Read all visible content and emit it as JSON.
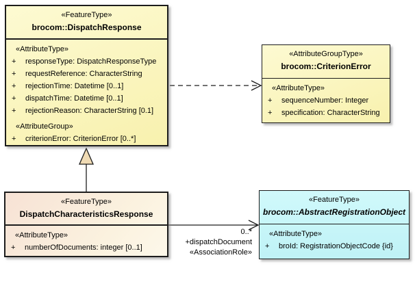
{
  "colors": {
    "background": "#FFFFFF",
    "yellow_fill_top": "#FDFAD2",
    "yellow_fill_bottom": "#F8F1AE",
    "pink_fill_start": "#F7E2D5",
    "pink_fill_end": "#FDF8EA",
    "cyan_fill_top": "#D0F9FB",
    "cyan_fill_bottom": "#BFF2F6",
    "triangle_fill": "#F0DBB4",
    "border": "#1C1C1C"
  },
  "classes": {
    "dispatch_response": {
      "stereotype": "«FeatureType»",
      "name": "brocom::DispatchResponse",
      "attr_section_label": "«AttributeType»",
      "attributes": [
        {
          "vis": "+",
          "text": "responseType: DispatchResponseType"
        },
        {
          "vis": "+",
          "text": "requestReference: CharacterString"
        },
        {
          "vis": "+",
          "text": "rejectionTime: Datetime [0..1]"
        },
        {
          "vis": "+",
          "text": "dispatchTime: Datetime [0..1]"
        },
        {
          "vis": "+",
          "text": "rejectionReason: CharacterString [0.1]"
        }
      ],
      "group_section_label": "«AttributeGroup»",
      "group_attributes": [
        {
          "vis": "+",
          "text": "criterionError: CriterionError [0..*]"
        }
      ]
    },
    "criterion_error": {
      "stereotype": "«AttributeGroupType»",
      "name": "brocom::CriterionError",
      "attr_section_label": "«AttributeType»",
      "attributes": [
        {
          "vis": "+",
          "text": "sequenceNumber: Integer"
        },
        {
          "vis": "+",
          "text": "specification: CharacterString"
        }
      ]
    },
    "dispatch_characteristics_response": {
      "stereotype": "«FeatureType»",
      "name": "DispatchCharacteristicsResponse",
      "attr_section_label": "«AttributeType»",
      "attributes": [
        {
          "vis": "+",
          "text": "numberOfDocuments: integer [0..1]"
        }
      ]
    },
    "abstract_registration_object": {
      "stereotype": "«FeatureType»",
      "name": "brocom::AbstractRegistrationObject",
      "attr_section_label": "«AttributeType»",
      "attributes": [
        {
          "vis": "+",
          "text": "broId: RegistrationObjectCode {id}"
        }
      ]
    }
  },
  "association": {
    "multiplicity": "0..*",
    "role": "+dispatchDocument",
    "stereotype": "«AssociationRole»"
  }
}
